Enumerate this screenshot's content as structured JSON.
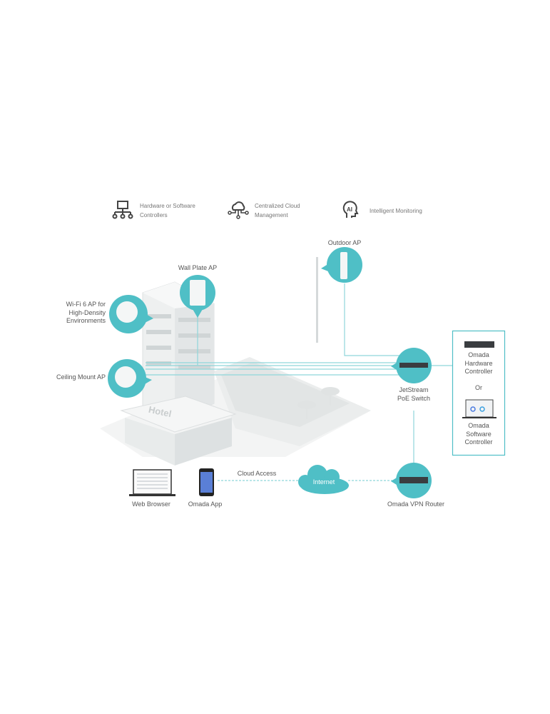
{
  "features": [
    {
      "icon": "network-hierarchy-icon",
      "line1": "Hardware or Software",
      "line2": "Controllers"
    },
    {
      "icon": "cloud-network-icon",
      "line1": "Centralized Cloud",
      "line2": "Management"
    },
    {
      "icon": "ai-head-icon",
      "line1": "Intelligent Monitoring"
    }
  ],
  "devices": {
    "outdoor_ap": "Outdoor AP",
    "wall_plate_ap": "Wall Plate AP",
    "wifi6_ap": {
      "line1": "Wi-Fi 6 AP for",
      "line2": "High-Density",
      "line3": "Environments"
    },
    "ceiling_ap": "Ceiling Mount AP",
    "switch": {
      "line1": "JetStream",
      "line2": "PoE Switch"
    },
    "hw_controller": {
      "line1": "Omada",
      "line2": "Hardware",
      "line3": "Controller"
    },
    "or": "Or",
    "sw_controller": {
      "line1": "Omada",
      "line2": "Software",
      "line3": "Controller"
    },
    "router": "Omada VPN Router",
    "internet": "Internet",
    "cloud_access": "Cloud Access",
    "web_browser": "Web Browser",
    "omada_app": "Omada App",
    "hotel_sign": "Hotel"
  },
  "colors": {
    "accent": "#4fbfc6",
    "line": "#8fd6da"
  }
}
